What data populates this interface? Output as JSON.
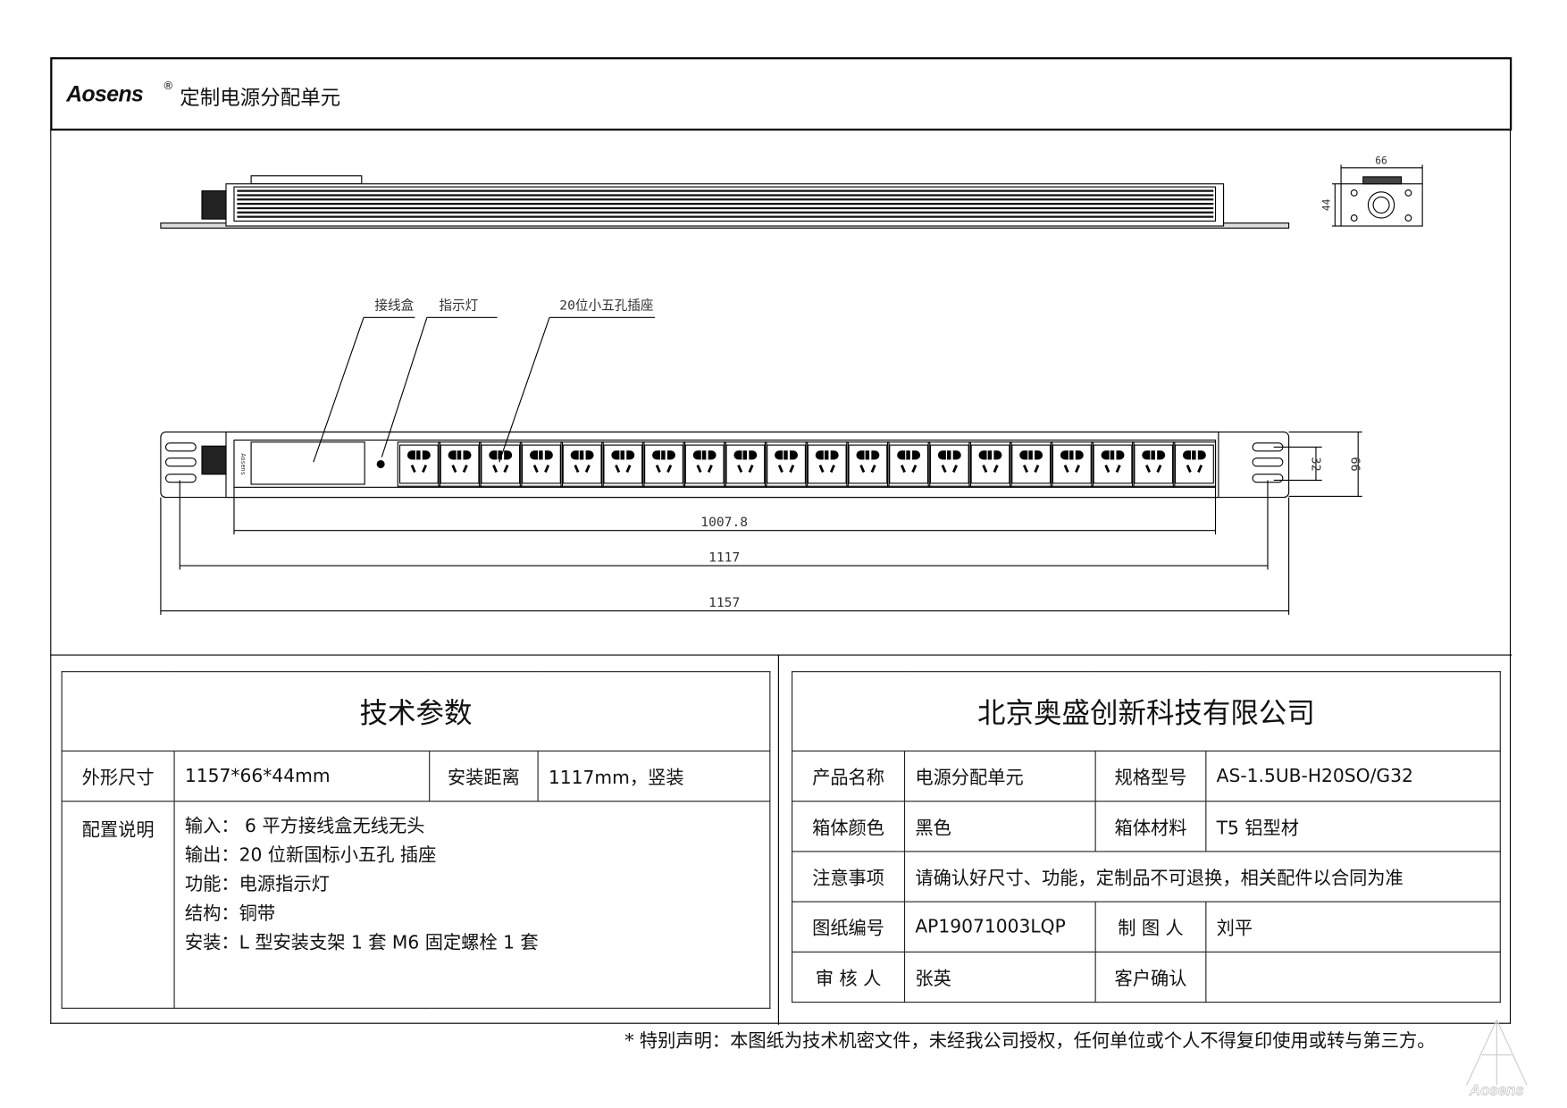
{
  "header": {
    "brand": "Aosens",
    "registered": "®",
    "title": "定制电源分配单元"
  },
  "drawing": {
    "callouts": {
      "junction_box": "接线盒",
      "indicator": "指示灯",
      "sockets": "20位小五孔插座"
    },
    "socket_count": 20,
    "body_brand": "Aosens",
    "dimensions": {
      "body_length": "1007.8",
      "mount_distance": "1117",
      "total_length": "1157",
      "hole_spacing": "32",
      "height_front": "66",
      "end_width": "66",
      "end_height": "44"
    }
  },
  "tech": {
    "title": "技术参数",
    "size_label": "外形尺寸",
    "size_value": "1157*66*44mm",
    "mount_label": "安装距离",
    "mount_value": "1117mm，竖装",
    "config_label": "配置说明",
    "config_lines": [
      "输入： 6 平方接线盒无线无头",
      "输出：20 位新国标小五孔  插座",
      "功能：电源指示灯",
      "结构：铜带",
      "安装：L 型安装支架 1 套  M6 固定螺栓 1 套"
    ]
  },
  "company": {
    "title": "北京奥盛创新科技有限公司",
    "rows": [
      [
        "产品名称",
        "电源分配单元",
        "规格型号",
        "AS-1.5UB-H20SO/G32"
      ],
      [
        "箱体颜色",
        "黑色",
        "箱体材料",
        "T5 铝型材"
      ],
      [
        "注意事项",
        "请确认好尺寸、功能，定制品不可退换，相关配件以合同为准"
      ],
      [
        "图纸编号",
        "AP19071003LQP",
        "制 图 人",
        "刘平"
      ],
      [
        "审 核 人",
        "张英",
        "客户确认",
        ""
      ]
    ]
  },
  "footer": {
    "notice": "*  特别声明：本图纸为技术机密文件，未经我公司授权，任何单位或个人不得复印使用或转与第三方。",
    "watermark": "Aosens"
  }
}
